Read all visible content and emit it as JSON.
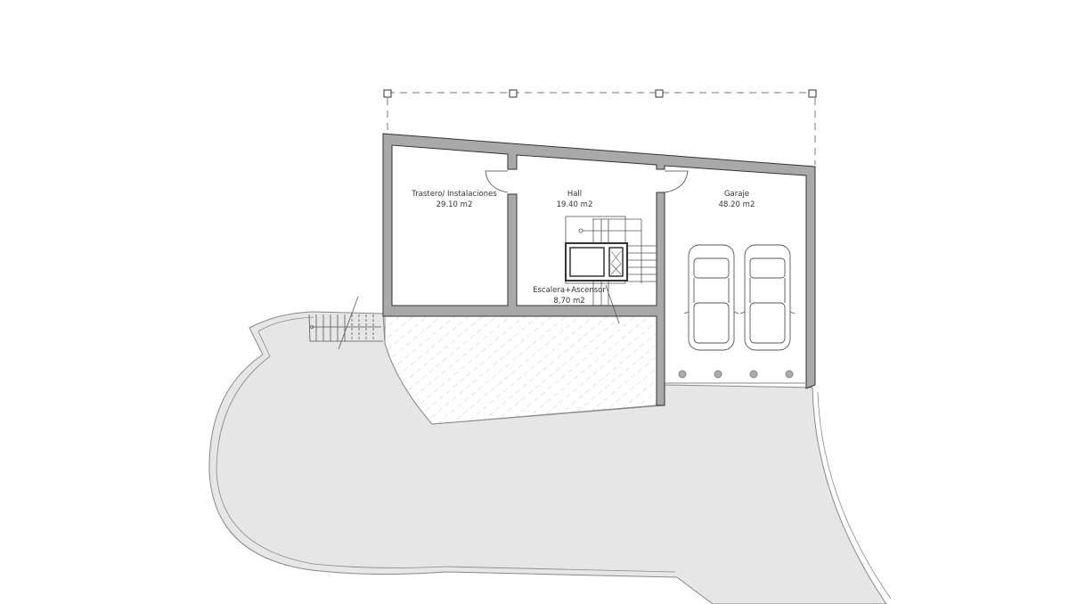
{
  "rooms": [
    {
      "name": "Trastero/ Instalaciones",
      "area": "29.10 m2"
    },
    {
      "name": "Hall",
      "area": "19.40 m2"
    },
    {
      "name": "Garaje",
      "area": "48.20 m2"
    },
    {
      "name": "Escalera+Ascensor",
      "area": "8,70 m2"
    }
  ],
  "colors": {
    "wall": "#a9a9a9",
    "terrace": "#e6e6e6",
    "line": "#555555"
  }
}
